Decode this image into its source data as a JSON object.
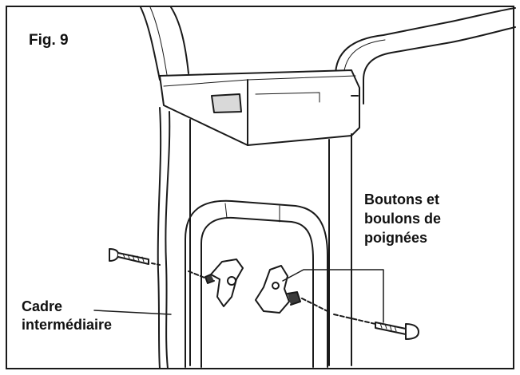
{
  "figure": {
    "title": "Fig. 9",
    "labels": {
      "handle_knobs_bolts": "Boutons et\nboulons de\npoignées",
      "intermediate_frame": "Cadre\nintermédiaire"
    },
    "colors": {
      "line": "#1a1a1a",
      "shade": "#d9d9d9",
      "dark": "#3a3a3a",
      "background": "#ffffff"
    },
    "icons": [
      "knob-icon",
      "bolt-icon"
    ]
  }
}
